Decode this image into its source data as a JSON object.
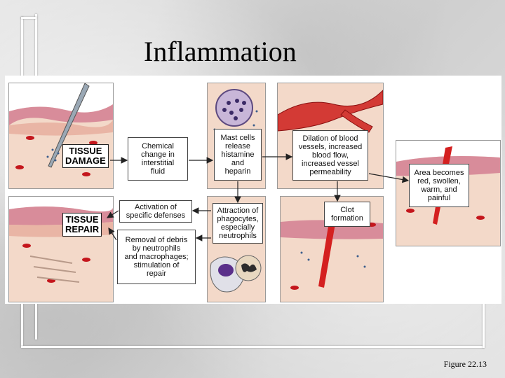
{
  "slide": {
    "title": "Inflammation",
    "figure_ref": "Figure 22.13"
  },
  "diagram": {
    "tissue_damage": "TISSUE\nDAMAGE",
    "tissue_repair": "TISSUE\nREPAIR",
    "chemical_change": "Chemical\nchange in\ninterstitial\nfluid",
    "mast_cells": "Mast cells\nrelease\nhistamine\nand\nheparin",
    "dilation": "Dilation of blood\nvessels, increased\nblood flow,\nincreased vessel\npermeability",
    "area_becomes": "Area becomes\nred, swollen,\nwarm, and\npainful",
    "activation": "Activation of\nspecific defenses",
    "attraction": "Attraction of\nphagocytes,\nespecially\nneutrophils",
    "clot": "Clot\nformation",
    "removal": "Removal of debris\nby neutrophils\nand macrophages;\nstimulation of\nrepair"
  }
}
